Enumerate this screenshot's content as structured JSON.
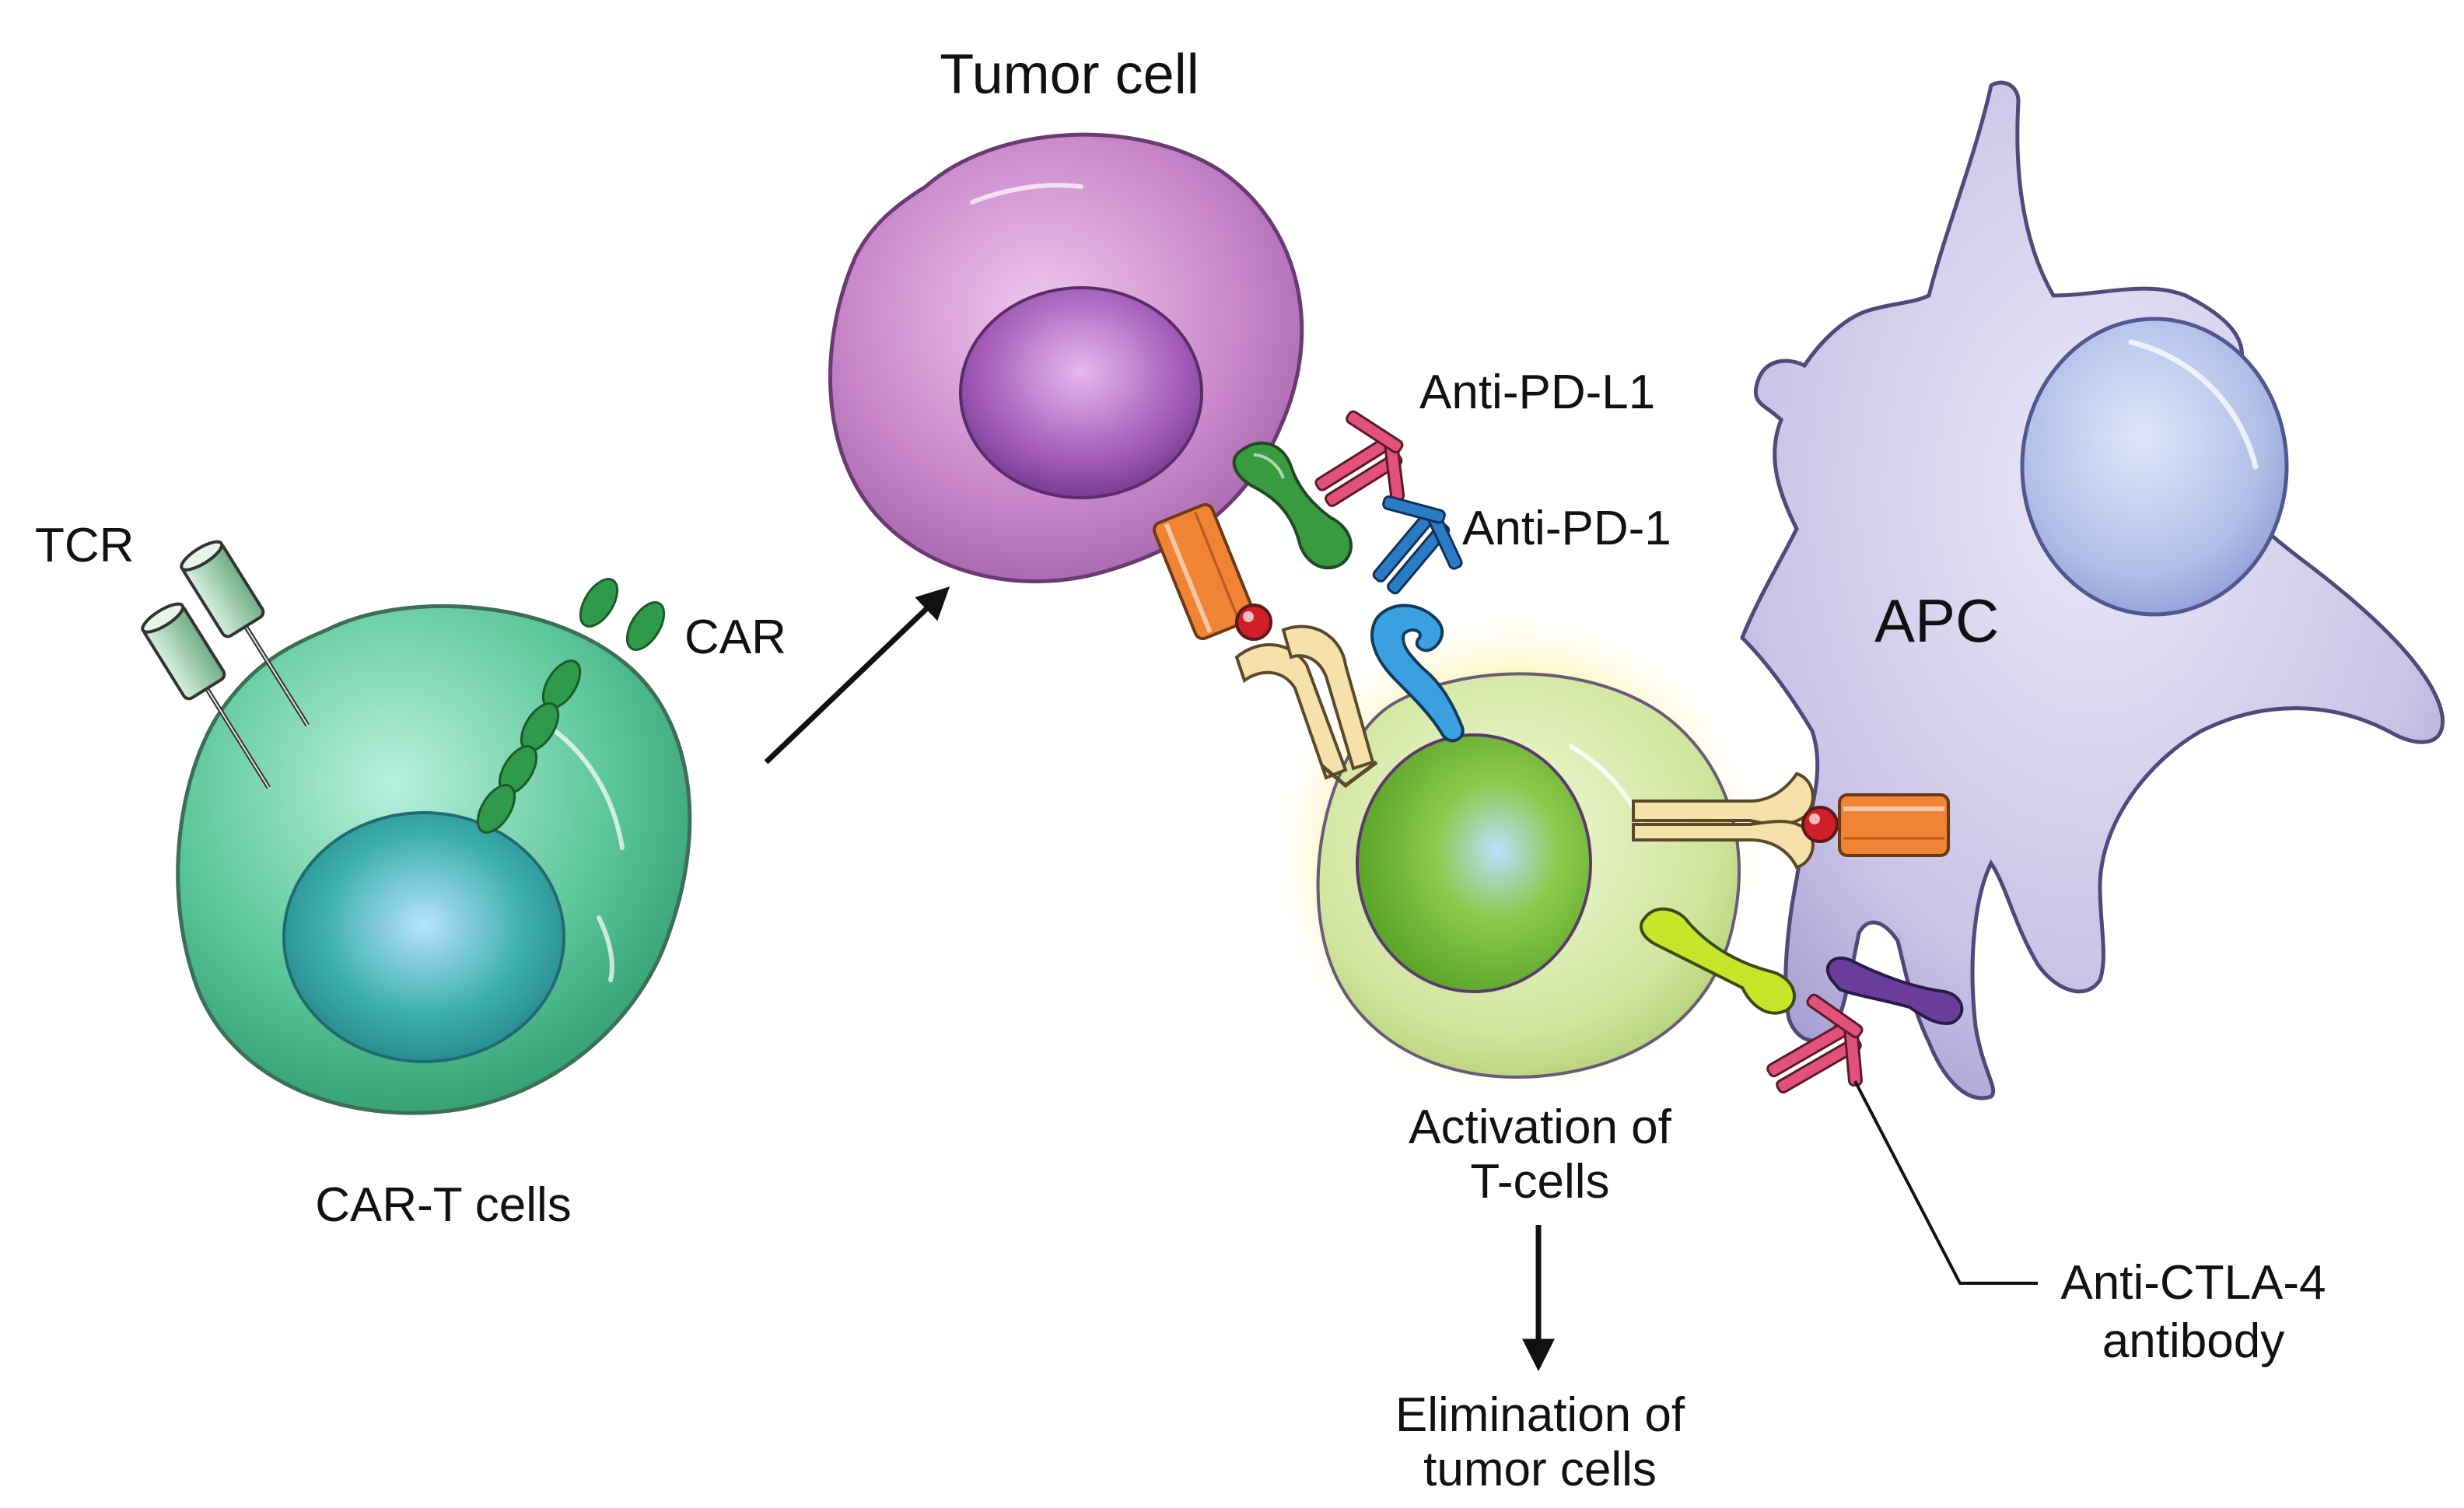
{
  "labels": {
    "tumor_cell": "Tumor cell",
    "tcr": "TCR",
    "car": "CAR",
    "car_t_cells": "CAR-T cells",
    "anti_pd_l1": "Anti-PD-L1",
    "anti_pd_1": "Anti-PD-1",
    "apc": "APC",
    "activation_line1": "Activation of",
    "activation_line2": "T-cells",
    "elimination_line1": "Elimination of",
    "elimination_line2": "tumor cells",
    "anti_ctla4_line1": "Anti-CTLA-4",
    "anti_ctla4_line2": "antibody"
  },
  "colors": {
    "car_t_cell": "#5cc79a",
    "car_t_nucleus": "#35a9a3",
    "tumor_cell": "#c886c9",
    "tumor_nucleus": "#a35cb8",
    "activated_t_cell": "#cfe59b",
    "activated_t_nucleus": "#7cc23a",
    "apc": "#c9c3e6",
    "apc_nucleus": "#b1bfe8",
    "car_receptor": "#2f9a4a",
    "tcr_receptor": "#8fc7a3",
    "mhc": "#f08434",
    "antigen": "#d11f2a",
    "t_receptor": "#f6e1aa",
    "anti_pd_l1": "#e2507c",
    "anti_pd_1": "#2a7cc4",
    "pd_1": "#3aa0df",
    "pd_l1": "#3a9a40",
    "ctla4": "#c6e52b",
    "b7": "#6a3d9a",
    "anti_ctla4": "#e2507c"
  }
}
